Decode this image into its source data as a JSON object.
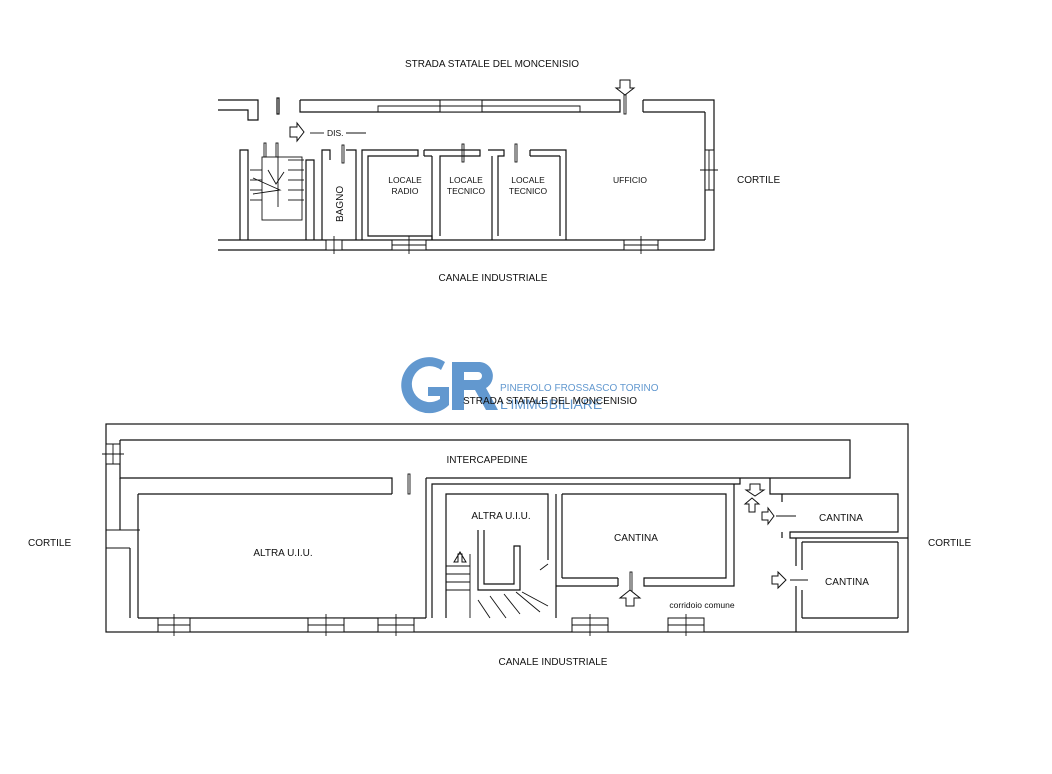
{
  "colors": {
    "logo": "#3b7fc4",
    "ink": "#111111"
  },
  "logo": {
    "letters": "GR",
    "locations": "PINEROLO  FROSSASCO  TORINO",
    "brand": "L'IMMOBILIARE"
  },
  "ground_floor": {
    "street_top": "STRADA STATALE DEL MONCENISIO",
    "street_bottom": "CANALE INDUSTRIALE",
    "side_right": "CORTILE",
    "rooms": {
      "dis": "DIS.",
      "bagno": "BAGNO",
      "locale_radio_1": "LOCALE",
      "locale_radio_2": "RADIO",
      "locale_tecnico_a1": "LOCALE",
      "locale_tecnico_a2": "TECNICO",
      "locale_tecnico_b1": "LOCALE",
      "locale_tecnico_b2": "TECNICO",
      "ufficio": "UFFICIO"
    }
  },
  "basement": {
    "street_top": "STRADA STATALE DEL MONCENISIO",
    "street_bottom": "CANALE INDUSTRIALE",
    "side_left": "CORTILE",
    "side_right": "CORTILE",
    "rooms": {
      "intercapedine": "INTERCAPEDINE",
      "altra_uiu_left": "ALTRA U.I.U.",
      "altra_uiu_mid": "ALTRA U.I.U.",
      "cantina_mid": "CANTINA",
      "cantina_right_top": "CANTINA",
      "cantina_right_bottom": "CANTINA",
      "corridoio": "corridoio comune"
    }
  }
}
